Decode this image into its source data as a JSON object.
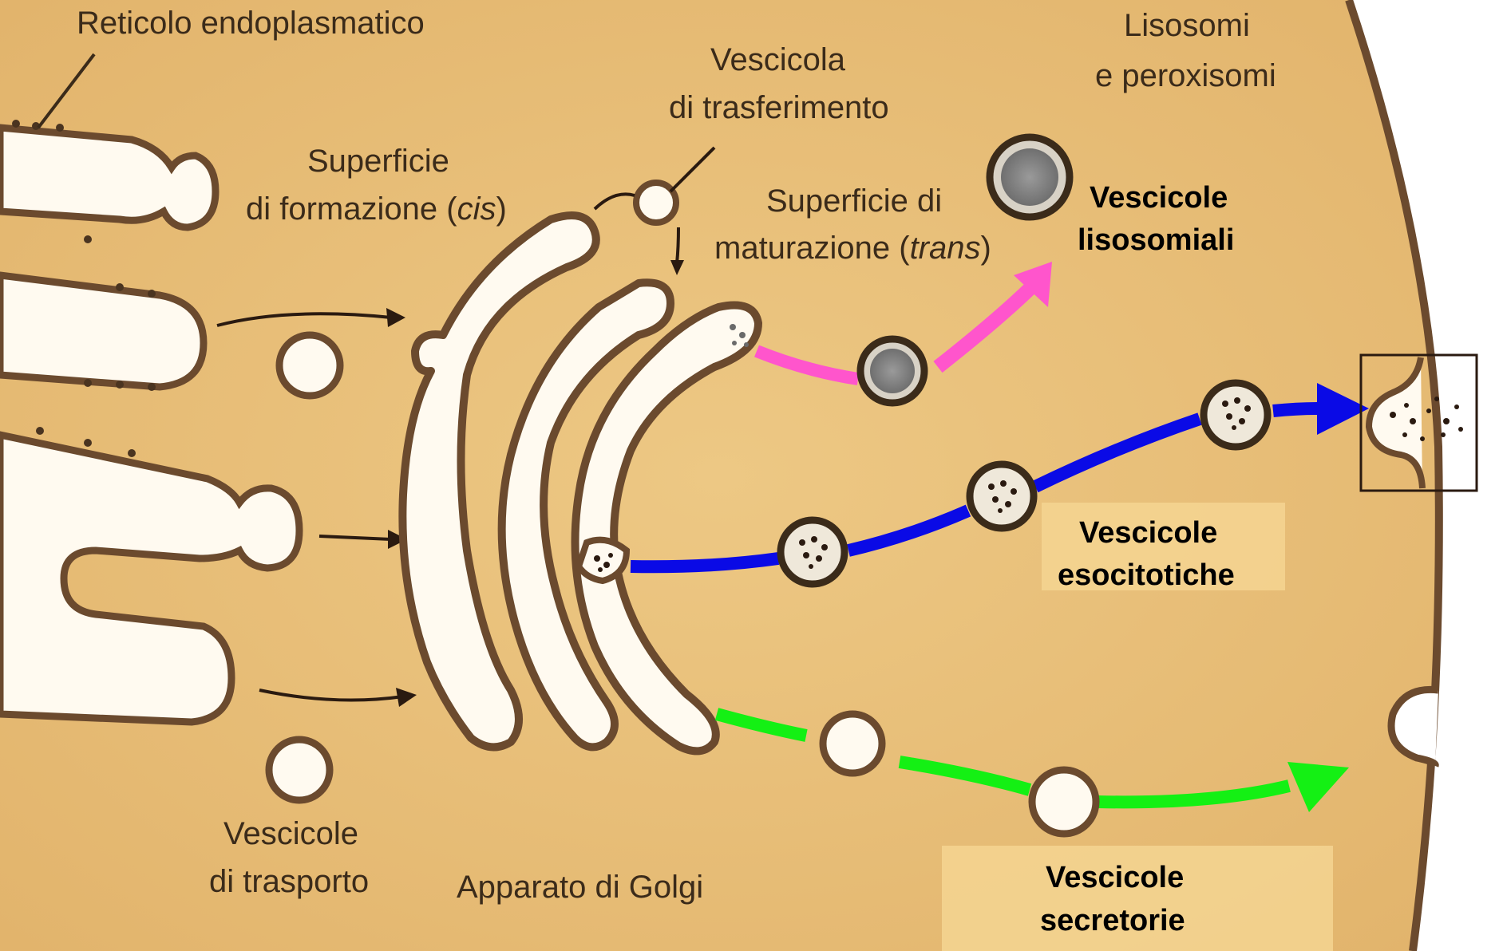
{
  "labels": {
    "er": "Reticolo endoplasmatico",
    "cis_1": "Superficie",
    "cis_2": "di formazione (",
    "cis_italic": "cis",
    "cis_close": ")",
    "transfer_1": "Vescicola",
    "transfer_2": "di trasferimento",
    "lyso_perox_1": "Lisosomi",
    "lyso_perox_2": "e peroxisomi",
    "trans_1": "Superficie di",
    "trans_2": "maturazione (",
    "trans_italic": "trans",
    "trans_close": ")",
    "transport_1": "Vescicole",
    "transport_2": "di trasporto",
    "golgi": "Apparato di Golgi"
  },
  "pathways": [
    {
      "label_1": "Vescicole",
      "label_2": "lisosomiali",
      "color": "#ff55cc",
      "icon": "pink-arrow"
    },
    {
      "label_1": "Vescicole",
      "label_2": "esocitotiche",
      "color": "#0a0ae6",
      "icon": "blue-arrow"
    },
    {
      "label_1": "Vescicole",
      "label_2": "secretorie",
      "color": "#14f014",
      "icon": "green-arrow"
    }
  ],
  "colors": {
    "cytoplasm": "#e8c07a",
    "membrane": "#6b4a2e",
    "lumen": "#fffaf0",
    "label_box": "#f5d592"
  }
}
